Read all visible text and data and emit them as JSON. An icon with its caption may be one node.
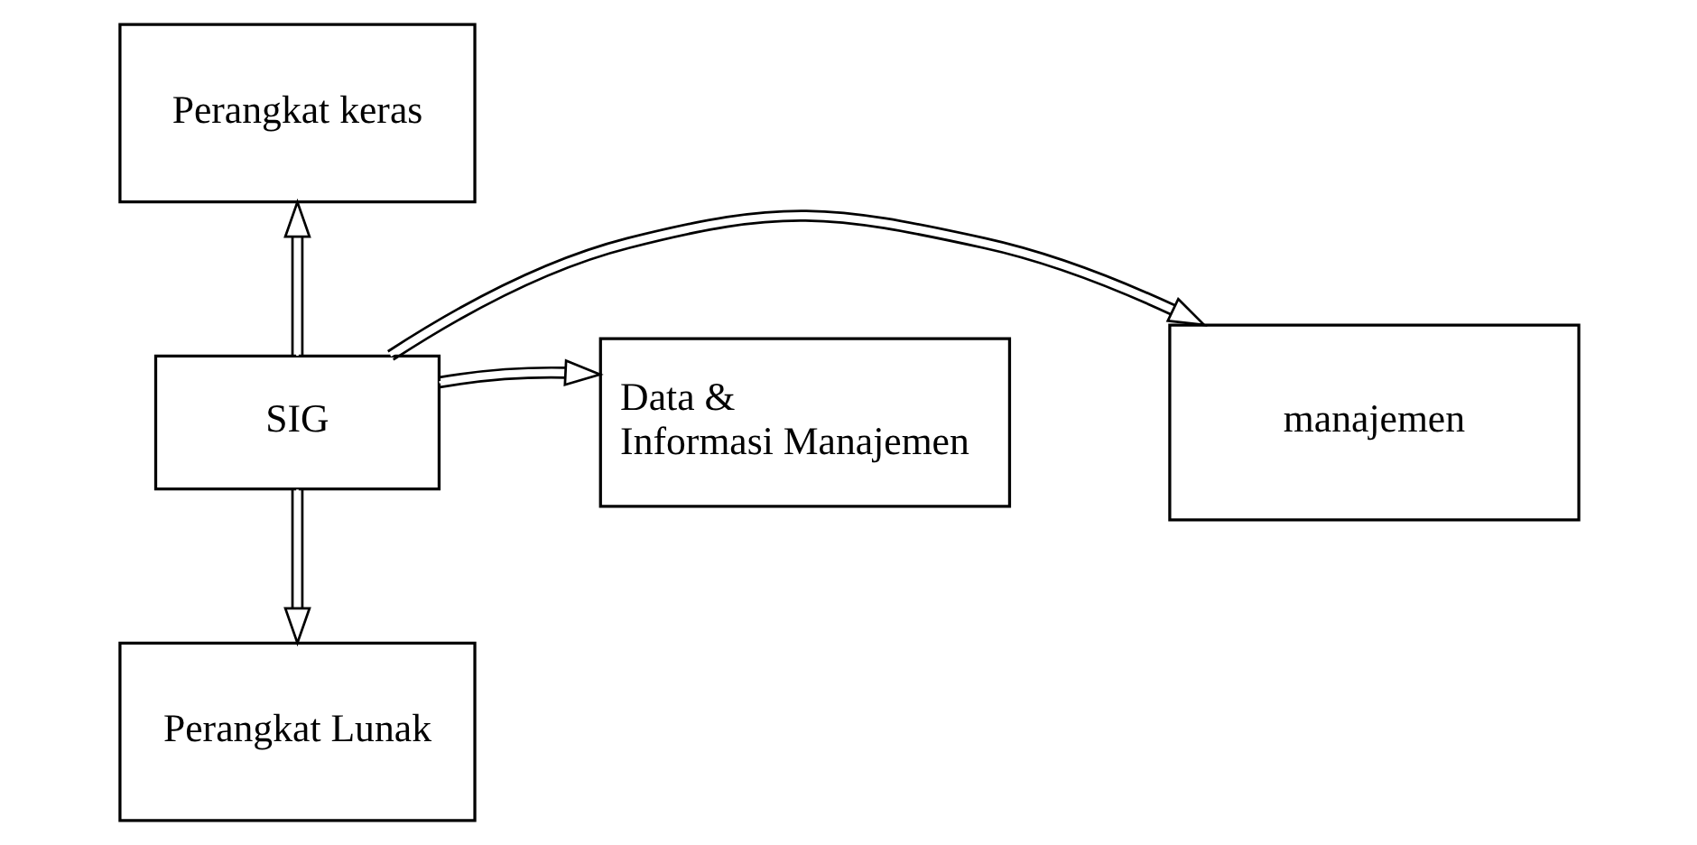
{
  "diagram": {
    "nodes": [
      {
        "text": [
          "Perangkat keras"
        ]
      },
      {
        "text": [
          "manajemen"
        ]
      },
      {
        "text": [
          "SIG"
        ]
      },
      {
        "text": [
          "Data & Informasi Manajemen"
        ]
      },
      {
        "text": [
          "Perangkat Lunak"
        ]
      }
    ],
    "edges": [
      {
        "from": 2,
        "to": 0,
        "arrow": "to"
      },
      {
        "from": 2,
        "to": 1,
        "arrow": "to"
      },
      {
        "from": 2,
        "to": 3,
        "arrow": "to"
      },
      {
        "from": 2,
        "to": 4,
        "arrow": "to"
      }
    ]
  }
}
